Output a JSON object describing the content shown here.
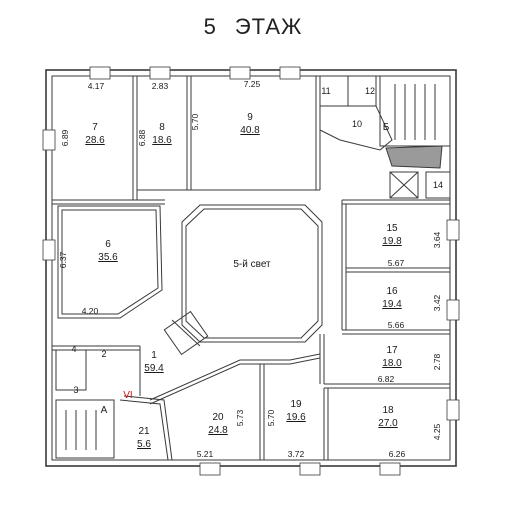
{
  "floor": {
    "number": "5",
    "word": "ЭТАЖ"
  },
  "atrium_label": "5-й свет",
  "rooms": [
    {
      "id": "room-7",
      "number": "7",
      "area": "28.6"
    },
    {
      "id": "room-8",
      "number": "8",
      "area": "18.6"
    },
    {
      "id": "room-9",
      "number": "9",
      "area": "40.8"
    },
    {
      "id": "room-6",
      "number": "6",
      "area": "35.6"
    },
    {
      "id": "room-15",
      "number": "15",
      "area": "19.8"
    },
    {
      "id": "room-16",
      "number": "16",
      "area": "19.4"
    },
    {
      "id": "room-17",
      "number": "17",
      "area": "18.0"
    },
    {
      "id": "room-18",
      "number": "18",
      "area": "27.0"
    },
    {
      "id": "room-19",
      "number": "19",
      "area": "19.6"
    },
    {
      "id": "room-20",
      "number": "20",
      "area": "24.8"
    },
    {
      "id": "room-21",
      "number": "21",
      "area": "5.6"
    },
    {
      "id": "room-1",
      "number": "1",
      "area": "59.4"
    }
  ],
  "small_rooms": [
    "2",
    "3",
    "4",
    "10",
    "11",
    "12",
    "14"
  ],
  "stair_labels": [
    "А",
    "Б",
    "VI"
  ],
  "dimensions": {
    "d1": "4.17",
    "d2": "2.83",
    "d3": "7.25",
    "d4": "6.89",
    "d5": "6.88",
    "d6": "5.70",
    "d7": "6.37",
    "d8": "4.20",
    "d9": "3.64",
    "d10": "5.67",
    "d11": "3.42",
    "d12": "5.66",
    "d13": "2.78",
    "d14": "6.82",
    "d15": "4.25",
    "d16": "5.73",
    "d17": "5.70",
    "d18": "5.21",
    "d19": "3.72",
    "d20": "6.26"
  },
  "colors": {
    "wall": "#3a3a3a",
    "wall_fill": "#e9e9e9",
    "accent_red": "#d01818"
  }
}
